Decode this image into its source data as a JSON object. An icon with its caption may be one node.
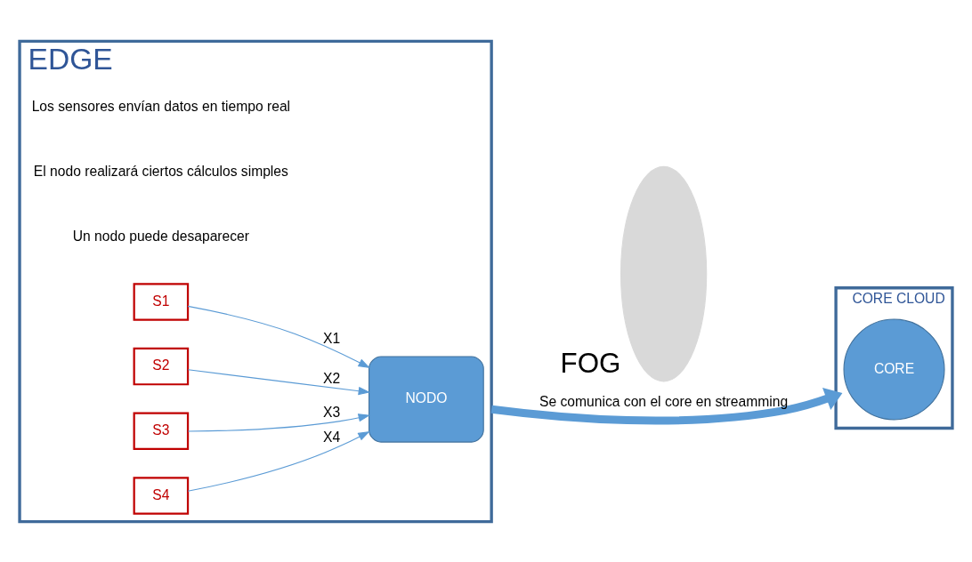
{
  "diagram": {
    "nodes": [
      {
        "text": [
          "EDGE"
        ]
      },
      {
        "text": [
          "S1"
        ],
        "in": 0
      },
      {
        "text": [
          "S2"
        ],
        "in": 0
      },
      {
        "text": [
          "S3"
        ],
        "in": 0
      },
      {
        "text": [
          "S4"
        ],
        "in": 0
      },
      {
        "text": [
          "NODO"
        ],
        "in": 0
      },
      {
        "text": [],
        "shape": "cloud",
        "beside": [
          "FOG"
        ]
      },
      {
        "text": [
          "CORE CLOUD"
        ]
      },
      {
        "text": [
          "CORE"
        ],
        "in": 7
      }
    ],
    "edges": [
      {
        "from": 1,
        "to": 5,
        "arrow": "to",
        "label": "X1"
      },
      {
        "from": 2,
        "to": 5,
        "arrow": "to",
        "label": "X2"
      },
      {
        "from": 3,
        "to": 5,
        "arrow": "to",
        "label": "X3"
      },
      {
        "from": 4,
        "to": 5,
        "arrow": "to",
        "label": "X4"
      },
      {
        "from": 0,
        "to": 7,
        "arrow": "to",
        "label": "Se comunica con el core en streamming",
        "style": "thick"
      }
    ],
    "labels": [
      "Los sensores envían datos en tiempo real",
      "El nodo realizará ciertos cálculos simples",
      "Un nodo puede desaparecer"
    ]
  }
}
